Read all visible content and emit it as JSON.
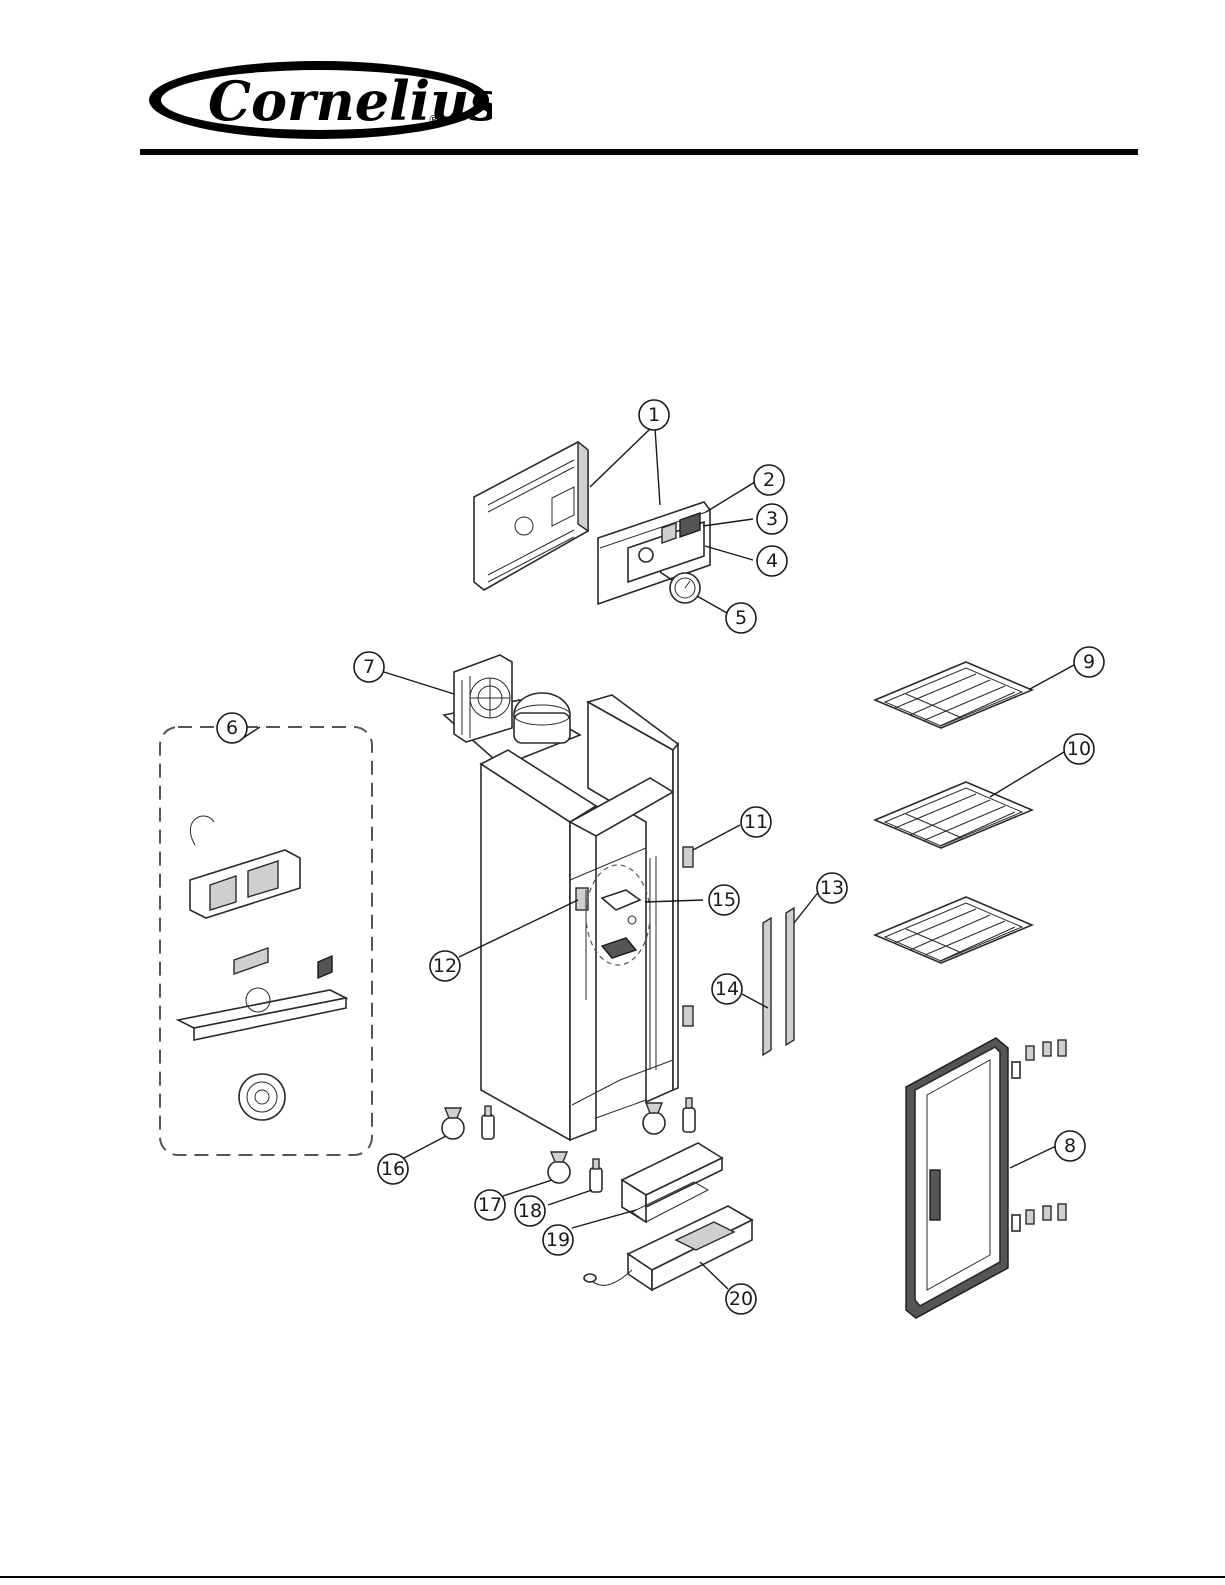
{
  "brand": {
    "name": "Cornelius",
    "registered_mark": "®"
  },
  "callouts": [
    "1",
    "2",
    "3",
    "4",
    "5",
    "6",
    "7",
    "8",
    "9",
    "10",
    "11",
    "12",
    "13",
    "14",
    "15",
    "16",
    "17",
    "18",
    "19",
    "20"
  ]
}
